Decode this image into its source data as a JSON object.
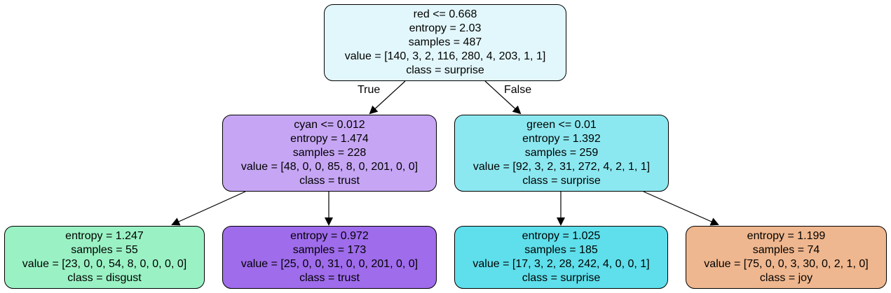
{
  "colors": {
    "root": "#e2f7fb",
    "n1": "#c6a6f4",
    "n2": "#8ce8f0",
    "n3": "#9af2c4",
    "n4": "#9f6ceb",
    "n5": "#5edfeb",
    "n6": "#efb78f",
    "edge": "#000000"
  },
  "tree": {
    "root": {
      "split": "red <= 0.668",
      "entropy": "entropy = 2.03",
      "samples": "samples = 487",
      "value": "value = [140, 3, 2, 116, 280, 4, 203, 1, 1]",
      "class": "class = surprise"
    },
    "n1": {
      "split": "cyan <= 0.012",
      "entropy": "entropy = 1.474",
      "samples": "samples = 228",
      "value": "value = [48, 0, 0, 85, 8, 0, 201, 0, 0]",
      "class": "class = trust"
    },
    "n2": {
      "split": "green <= 0.01",
      "entropy": "entropy = 1.392",
      "samples": "samples = 259",
      "value": "value = [92, 3, 2, 31, 272, 4, 2, 1, 1]",
      "class": "class = surprise"
    },
    "n3": {
      "entropy": "entropy = 1.247",
      "samples": "samples = 55",
      "value": "value = [23, 0, 0, 54, 8, 0, 0, 0, 0]",
      "class": "class = disgust"
    },
    "n4": {
      "entropy": "entropy = 0.972",
      "samples": "samples = 173",
      "value": "value = [25, 0, 0, 31, 0, 0, 201, 0, 0]",
      "class": "class = trust"
    },
    "n5": {
      "entropy": "entropy = 1.025",
      "samples": "samples = 185",
      "value": "value = [17, 3, 2, 28, 242, 4, 0, 0, 1]",
      "class": "class = surprise"
    },
    "n6": {
      "entropy": "entropy = 1.199",
      "samples": "samples = 74",
      "value": "value = [75, 0, 0, 3, 30, 0, 2, 1, 0]",
      "class": "class = joy"
    }
  },
  "edge_labels": {
    "true": "True",
    "false": "False"
  }
}
